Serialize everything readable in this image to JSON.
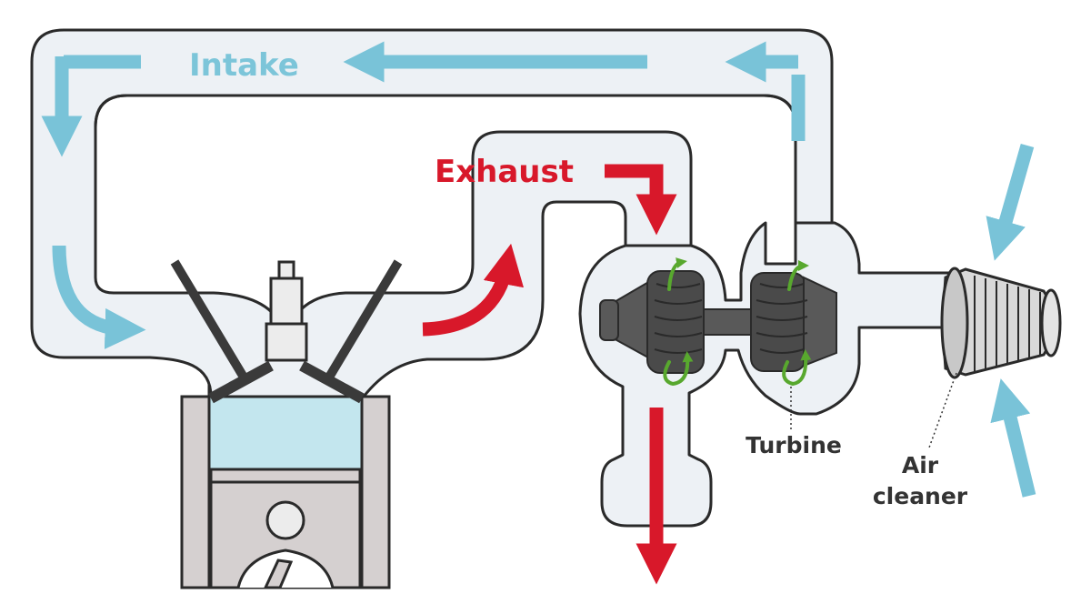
{
  "labels": {
    "intake": "Intake",
    "exhaust": "Exhaust",
    "turbine": "Turbine",
    "air_cleaner_line1": "Air",
    "air_cleaner_line2": "cleaner"
  },
  "colors": {
    "intake_flow": "#79c3d8",
    "exhaust_flow": "#d8182a",
    "turbine_rotation": "#58a82e",
    "pipe_fill": "#edf1f5",
    "outline": "#2a2a2a",
    "chamber_fill": "#c3e6ee",
    "cylinder_wall": "#d5d0d0",
    "rotor": "#595959",
    "valve": "#3a3a3a",
    "intake_label": "#7cc5d9",
    "exhaust_label": "#d8182a",
    "text": "#333333"
  },
  "icons": {
    "air_filter": "air-cleaner-icon",
    "compressor_wheel": "compressor-wheel-icon",
    "turbine_wheel": "turbine-wheel-icon",
    "piston": "piston-icon",
    "spark_plug": "spark-plug-icon"
  }
}
